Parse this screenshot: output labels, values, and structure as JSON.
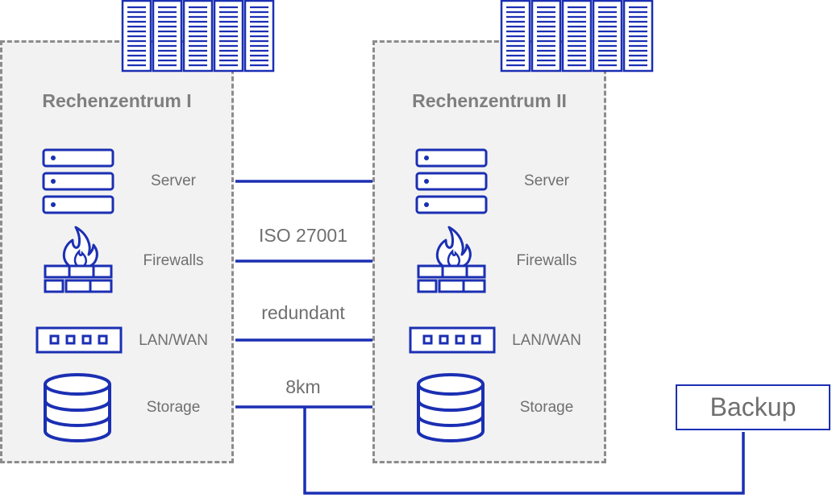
{
  "colors": {
    "accent": "#1b2fb3",
    "box_fill": "#f2f2f2",
    "box_border": "#8c8c8c",
    "text": "#6f6f6f"
  },
  "datacenters": [
    {
      "title": "Rechenzentrum I",
      "components": {
        "server": "Server",
        "firewalls": "Firewalls",
        "lan": "LAN/WAN",
        "storage": "Storage"
      }
    },
    {
      "title": "Rechenzentrum II",
      "components": {
        "server": "Server",
        "firewalls": "Firewalls",
        "lan": "LAN/WAN",
        "storage": "Storage"
      }
    }
  ],
  "links": {
    "iso": "ISO 27001",
    "redundant": "redundant",
    "distance": "8km"
  },
  "backup": {
    "label": "Backup"
  },
  "icons": [
    "server-rack-icon",
    "server-icon",
    "firewall-icon",
    "network-switch-icon",
    "storage-icon"
  ]
}
